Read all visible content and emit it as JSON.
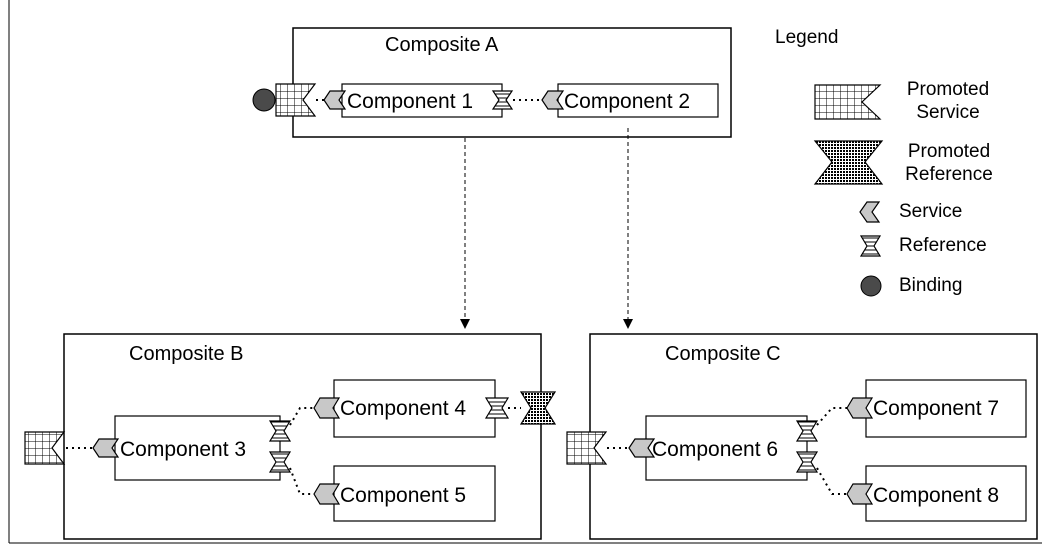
{
  "composites": {
    "a": {
      "title": "Composite A"
    },
    "b": {
      "title": "Composite B"
    },
    "c": {
      "title": "Composite C"
    }
  },
  "components": {
    "c1": "Component 1",
    "c2": "Component 2",
    "c3": "Component 3",
    "c4": "Component 4",
    "c5": "Component 5",
    "c6": "Component 6",
    "c7": "Component 7",
    "c8": "Component 8"
  },
  "legend": {
    "title": "Legend",
    "items": [
      {
        "label_line1": "Promoted",
        "label_line2": "Service",
        "icon": "promoted-service-icon"
      },
      {
        "label_line1": "Promoted",
        "label_line2": "Reference",
        "icon": "promoted-reference-icon"
      },
      {
        "label": "Service",
        "icon": "service-icon"
      },
      {
        "label": "Reference",
        "icon": "reference-icon"
      },
      {
        "label": "Binding",
        "icon": "binding-icon"
      }
    ]
  },
  "colors": {
    "service_fill": "#c8c8c8",
    "binding_fill": "#4a4a4a",
    "line": "#000000"
  }
}
